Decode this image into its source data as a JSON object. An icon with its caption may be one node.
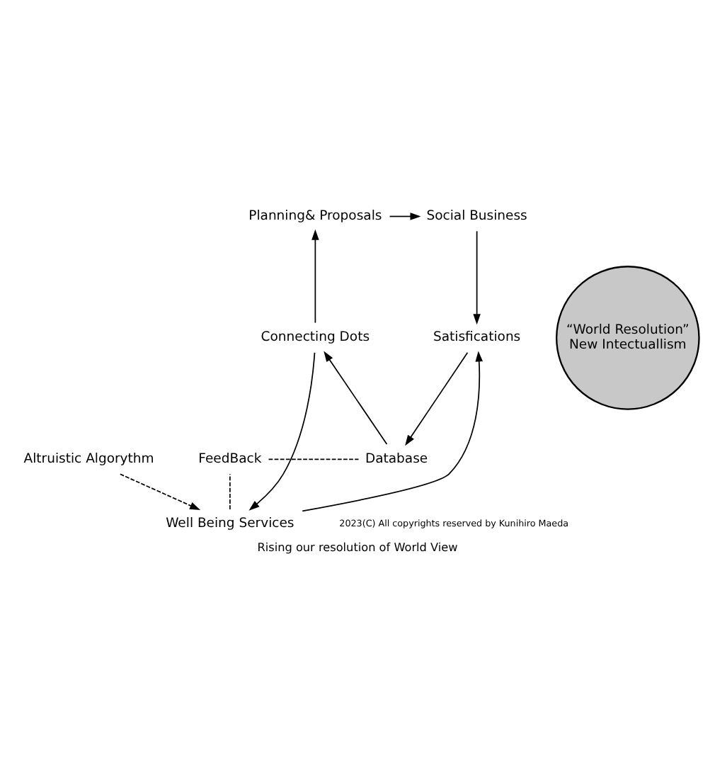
{
  "diagram": {
    "caption": "Rising our resolution of World View",
    "nodes": [
      {
        "text": [
          "Planning& Proposals"
        ]
      },
      {
        "text": [
          "Social Business"
        ]
      },
      {
        "text": [
          "Well Being Services"
        ]
      },
      {
        "text": [
          "Connecting Dots"
        ]
      },
      {
        "text": [
          "Satisfications"
        ]
      },
      {
        "text": [
          "“World Resolution”",
          "New Intectuallism"
        ]
      },
      {
        "text": [
          "Altruistic Algorythm"
        ]
      },
      {
        "text": [
          "FeedBack"
        ]
      },
      {
        "text": [
          "Database"
        ]
      }
    ],
    "edges": [
      {
        "from": 3,
        "to": 0,
        "arrow": "to"
      },
      {
        "from": 0,
        "to": 1,
        "arrow": "to"
      },
      {
        "from": 1,
        "to": 4,
        "arrow": "to"
      },
      {
        "from": 3,
        "to": 2,
        "arrow": "to"
      },
      {
        "from": 2,
        "to": 4,
        "arrow": "to"
      },
      {
        "from": 4,
        "to": 8,
        "arrow": "to"
      },
      {
        "from": 8,
        "to": 3,
        "arrow": "to"
      },
      {
        "from": 6,
        "to": 2,
        "arrow": "to",
        "style": "dashed"
      },
      {
        "from": 2,
        "to": 7,
        "arrow": "none",
        "style": "dashed"
      },
      {
        "from": 7,
        "to": 8,
        "arrow": "none",
        "style": "dashed"
      }
    ],
    "labels": [
      "2023(C) All copyrights reserved by Kunihiro Maeda"
    ]
  }
}
